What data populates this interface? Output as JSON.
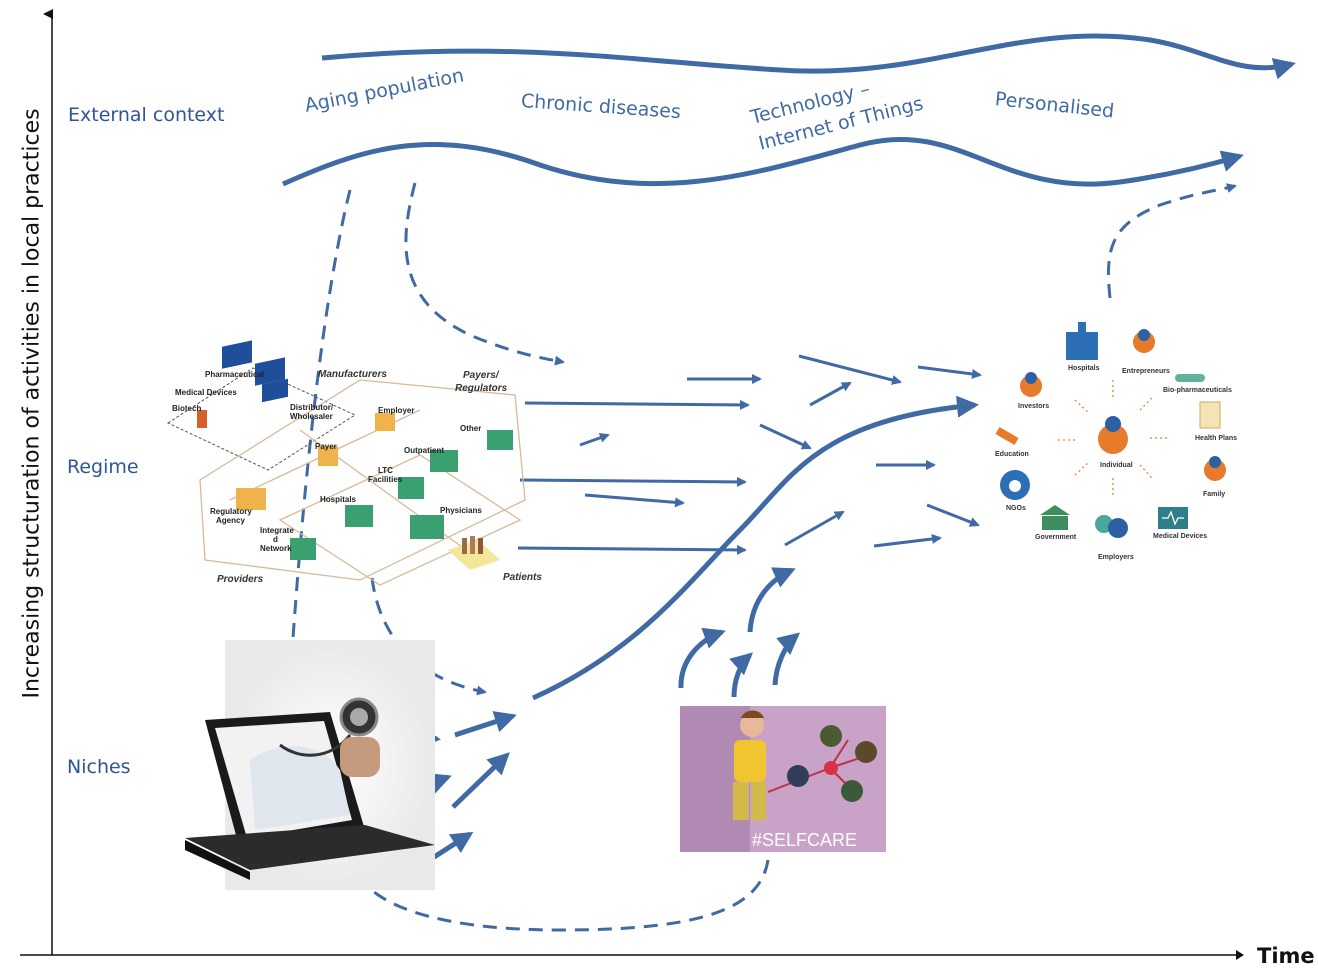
{
  "axes": {
    "y_label": "Increasing structuration of activities in local practices",
    "x_label": "Time"
  },
  "levels": {
    "external": "External context",
    "regime": "Regime",
    "niches": "Niches"
  },
  "external_context": {
    "items": [
      "Aging population",
      "Chronic diseases",
      "Technology –",
      "Internet of Things",
      "Personalised"
    ]
  },
  "regime_network": {
    "labels": [
      "Pharmaceutical",
      "Medical Devices",
      "Biotech",
      "Distributor/ Wholesaler",
      "Manufacturers",
      "Payers/ Regulators",
      "Employer",
      "Payer",
      "Other",
      "Outpatient",
      "LTC Facilities",
      "Hospitals",
      "Regulatory Agency",
      "Integrated Network",
      "Physicians",
      "Patients",
      "Providers"
    ]
  },
  "stakeholders": {
    "center": "Individual",
    "items": [
      "Hospitals",
      "Entrepreneurs",
      "Bio-pharmaceuticals",
      "Health Plans",
      "Family",
      "Medical Devices",
      "Employers",
      "Government",
      "NGOs",
      "Education",
      "Investors"
    ]
  },
  "selfcare": {
    "hashtag": "#SELFCARE"
  },
  "colors": {
    "arrow": "#3f6aa3",
    "label": "#2f5597"
  }
}
